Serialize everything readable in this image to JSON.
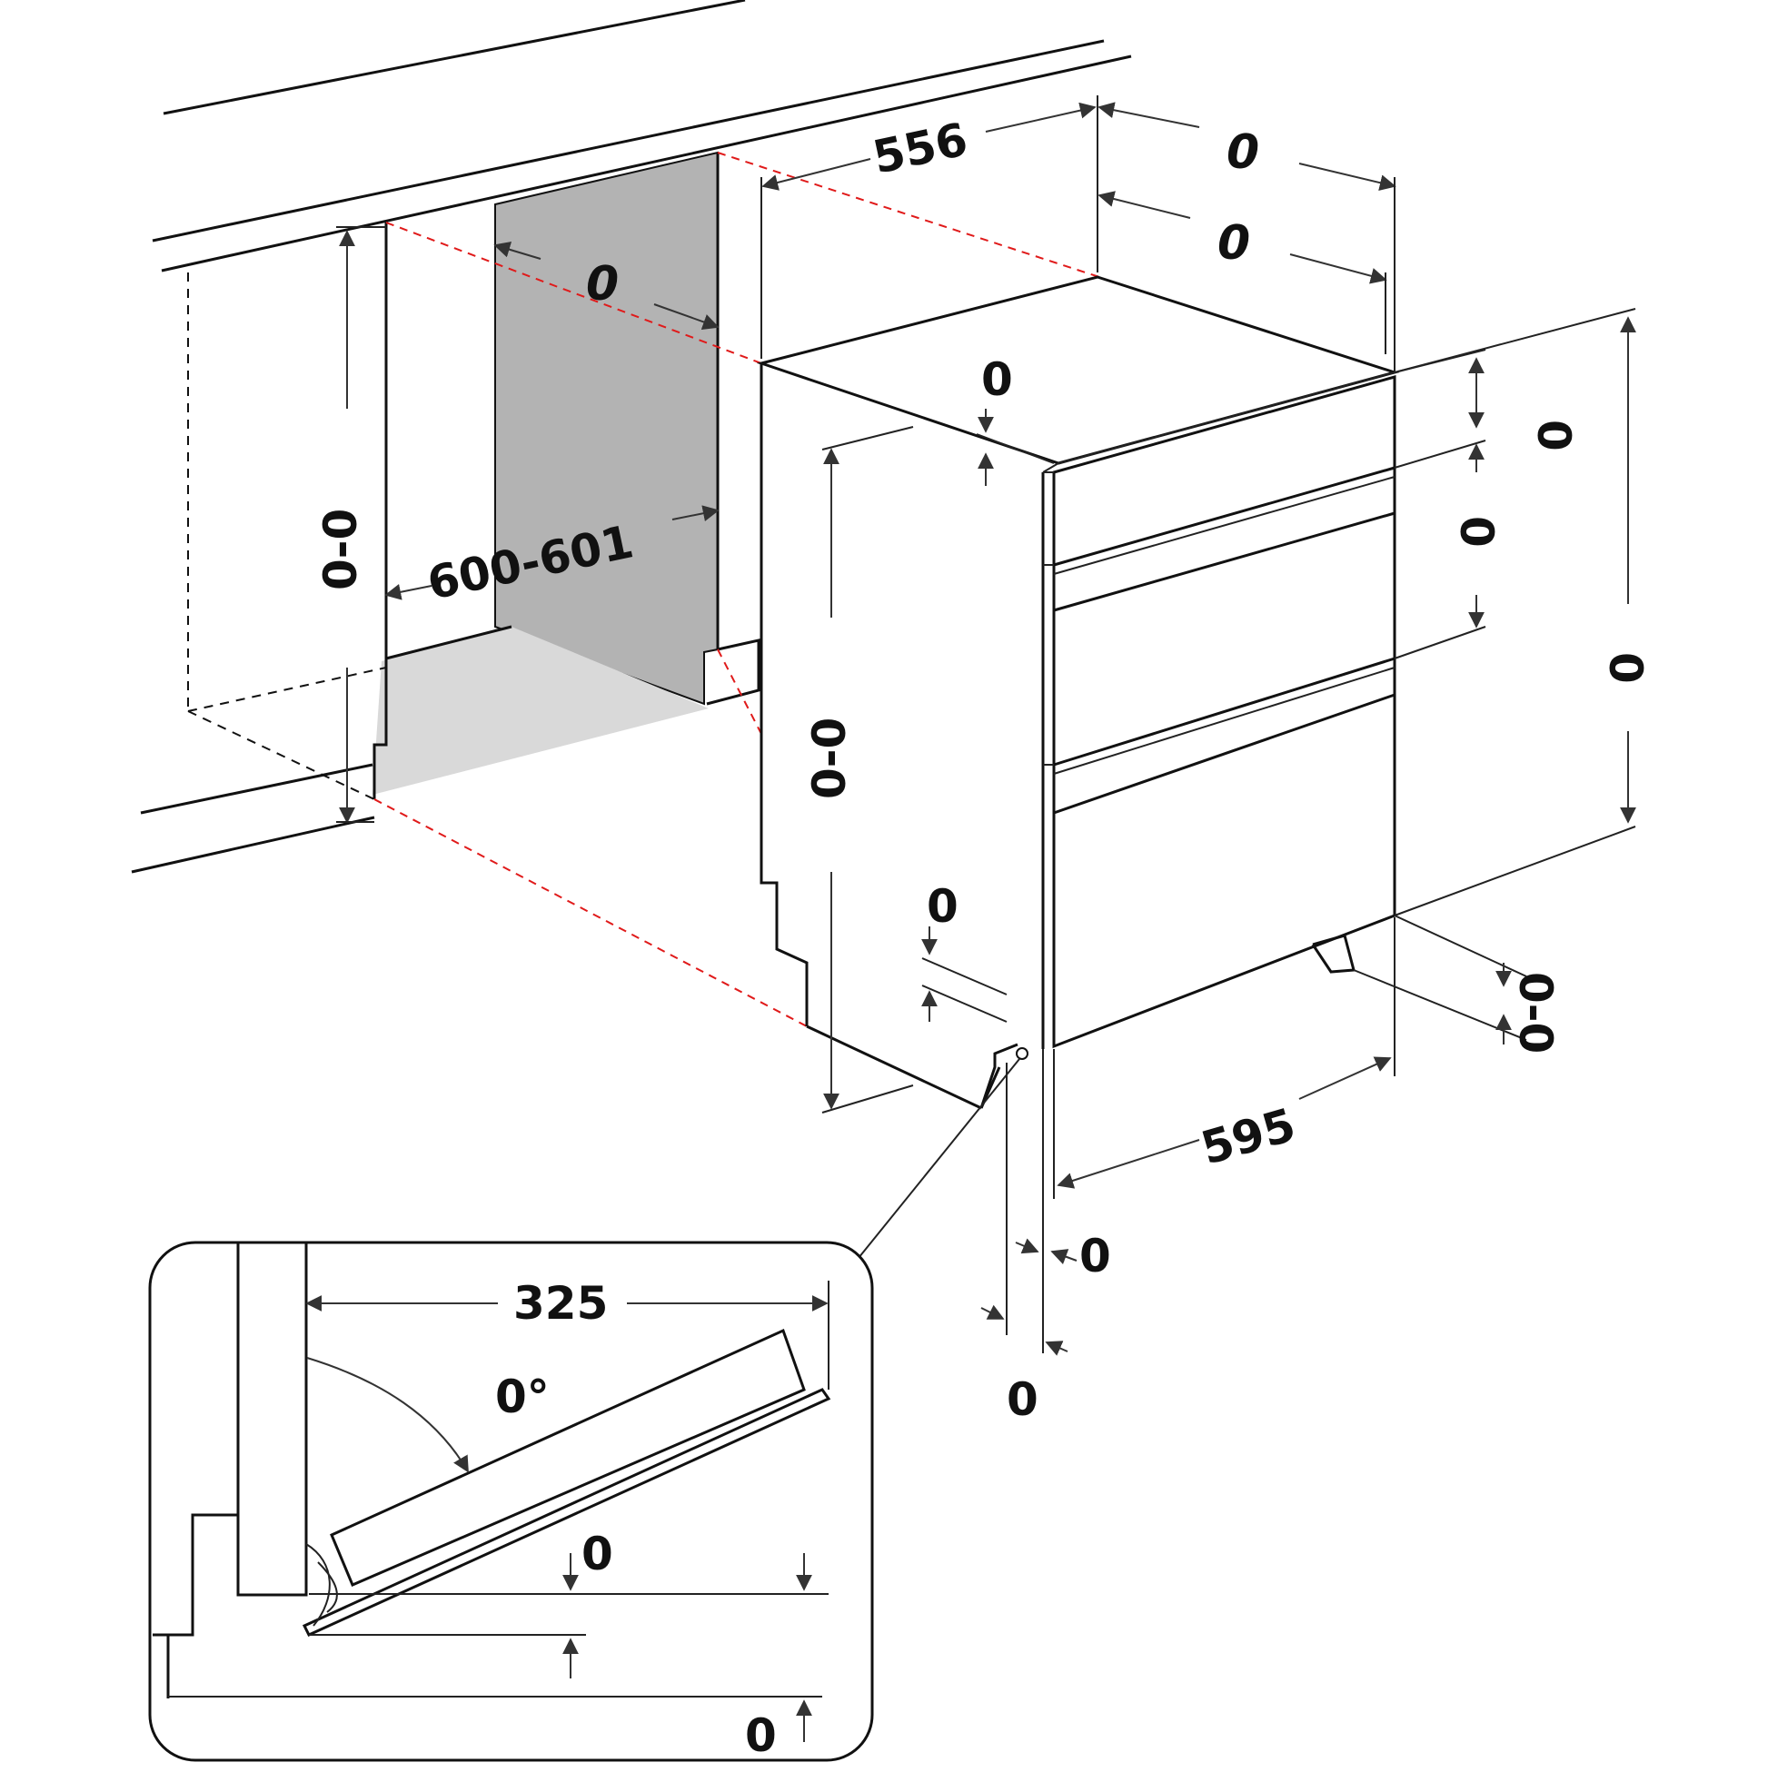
{
  "dimensions": {
    "depth_front": "556",
    "depth_top_outer": "0",
    "depth_top_inner": "0",
    "niche_depth": "0",
    "niche_height_left": "0-0",
    "niche_width": "600-601",
    "top_panel_gap": "0",
    "right_drawer_top": "0",
    "right_drawer_mid": "0",
    "right_total_height": "0",
    "side_height": "0-0",
    "plinth_gap": "0",
    "foot_height": "0-0",
    "appliance_width": "595",
    "door_offset_right": "0",
    "door_offset_bottom": "0"
  },
  "detail": {
    "door_clearance": "325",
    "door_angle": "0°",
    "hinge_height": "0",
    "floor_gap": "0"
  },
  "colors": {
    "line": "#111111",
    "guide_red": "#e01a1a",
    "niche_back": "#b3b3b3",
    "niche_floor": "#d9d9d9"
  }
}
